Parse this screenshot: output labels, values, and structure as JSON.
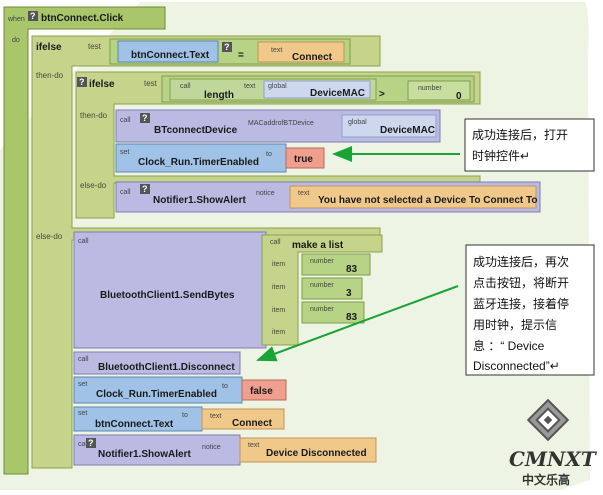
{
  "event": {
    "when": "when",
    "name": "btnConnect.Click",
    "do": "do"
  },
  "common": {
    "ifelse": "ifelse",
    "test": "test",
    "then_do": "then-do",
    "else_do": "else-do",
    "call": "call",
    "set": "set",
    "to": "to",
    "item": "item",
    "text": "text",
    "number": "number",
    "global": "global",
    "notice": "notice",
    "qmark": "?"
  },
  "outer_test": {
    "getter": "btnConnect.Text",
    "op": "=",
    "value": "Connect"
  },
  "inner_test": {
    "fn": "length",
    "var": "DeviceMAC",
    "op": ">",
    "value": "0"
  },
  "bt_connect": {
    "name": "BTconnectDevice",
    "param": "MACaddrofBTDevice",
    "arg": "DeviceMAC"
  },
  "timer_enable": {
    "name": "Clock_Run.TimerEnabled",
    "value": "true"
  },
  "alert_fail": {
    "name": "Notifier1.ShowAlert",
    "message": "You have not selected a Device To Connect To"
  },
  "send_bytes": {
    "name": "BluetoothClient1.SendBytes",
    "list_fn": "make a list",
    "items": [
      "83",
      "3",
      "83"
    ]
  },
  "disconnect": {
    "name": "BluetoothClient1.Disconnect"
  },
  "timer_disable": {
    "name": "Clock_Run.TimerEnabled",
    "value": "false"
  },
  "set_text": {
    "name": "btnConnect.Text",
    "value": "Connect"
  },
  "alert_disc": {
    "name": "Notifier1.ShowAlert",
    "message": "Device Disconnected"
  },
  "notes": {
    "note1": [
      "成功连接后，打开",
      "时钟控件↵"
    ],
    "note2": [
      "成功连接后，再次",
      "点击按钮，将断开",
      "蓝牙连接，接着停",
      "用时钟，提示信",
      "息 ：“ Device",
      "Disconnected”↵"
    ]
  },
  "watermark": {
    "line1": "CMNXT",
    "line2": "中文乐高"
  },
  "colors": {
    "event": "#a9c66a",
    "control": "#c5d48a",
    "proc": "#babae3",
    "setter": "#9fc2e6",
    "text": "#f0c98a",
    "number": "#b7d486",
    "bool": "#ef9f8e",
    "global": "#cdd8ee",
    "arrow": "#1aa336"
  }
}
